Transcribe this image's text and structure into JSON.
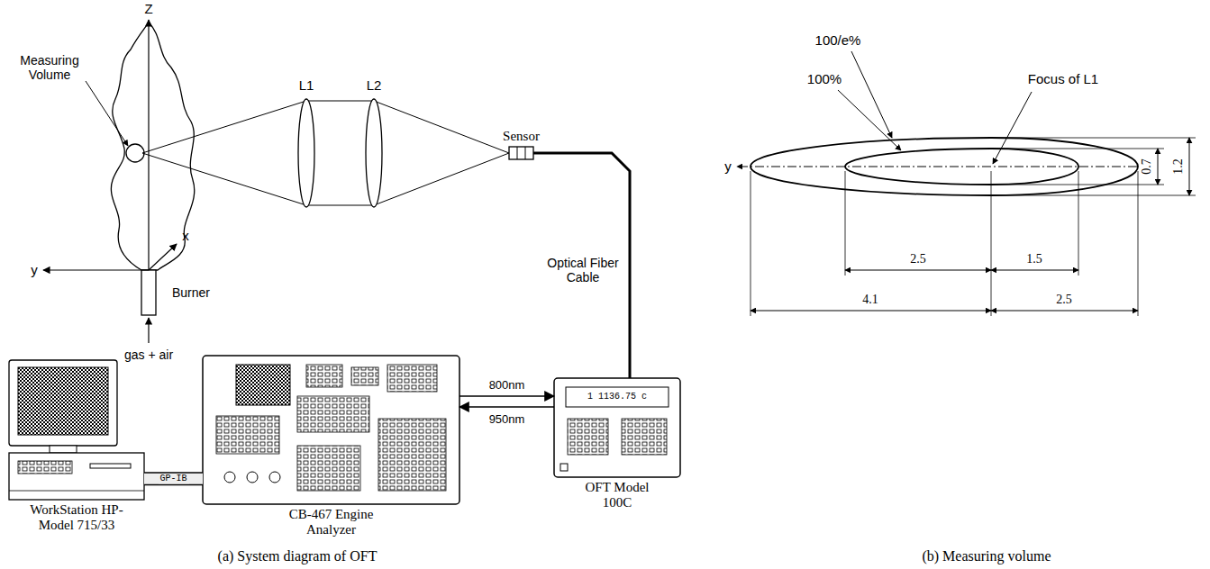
{
  "diagram": {
    "nodes": [
      {
        "text": [
          "WorkStation HP-Model 715/33"
        ]
      },
      {
        "text": [
          "CB-467 Engine Analyzer"
        ]
      },
      {
        "text": [
          "OFT Model 100C"
        ]
      },
      {
        "text": [
          "Sensor"
        ]
      }
    ],
    "edges": [
      {
        "from": 0,
        "to": 1,
        "arrow": "none",
        "label": "GP-IB"
      },
      {
        "from": 1,
        "to": 2,
        "arrow": "to",
        "label": "800nm"
      },
      {
        "from": 2,
        "to": 1,
        "arrow": "to",
        "label": "950nm"
      },
      {
        "from": 3,
        "to": 2,
        "arrow": "none",
        "label": "Optical Fiber Cable"
      }
    ],
    "labels": [
      "Z",
      "Measuring Volume",
      "L1",
      "L2",
      "x",
      "y",
      "Burner",
      "gas + air",
      "1 1136.75 c",
      "(a) System diagram of OFT",
      "100/e%",
      "100%",
      "Focus of L1",
      "y",
      "0.7",
      "1.2",
      "2.5",
      "1.5",
      "4.1",
      "2.5",
      "(b) Measuring volume"
    ]
  }
}
